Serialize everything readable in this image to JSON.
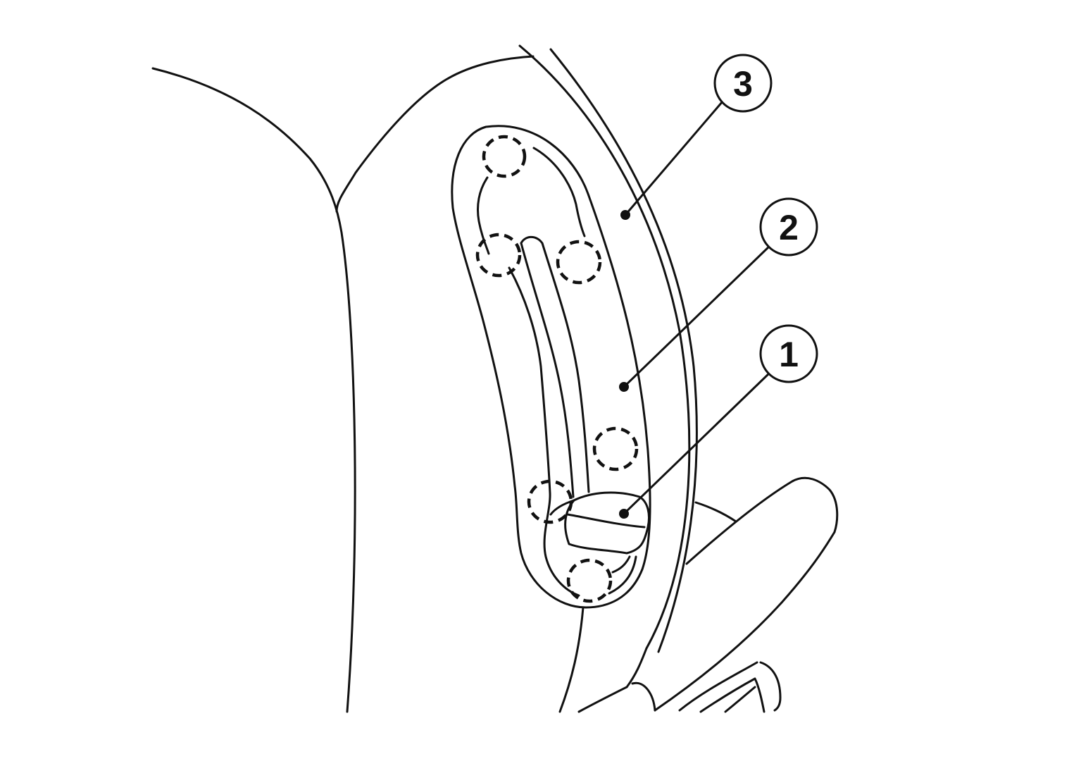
{
  "callouts": [
    {
      "id": "3",
      "label": "3"
    },
    {
      "id": "2",
      "label": "2"
    },
    {
      "id": "1",
      "label": "1"
    }
  ],
  "colors": {
    "stroke": "#111111",
    "background": "#ffffff"
  }
}
